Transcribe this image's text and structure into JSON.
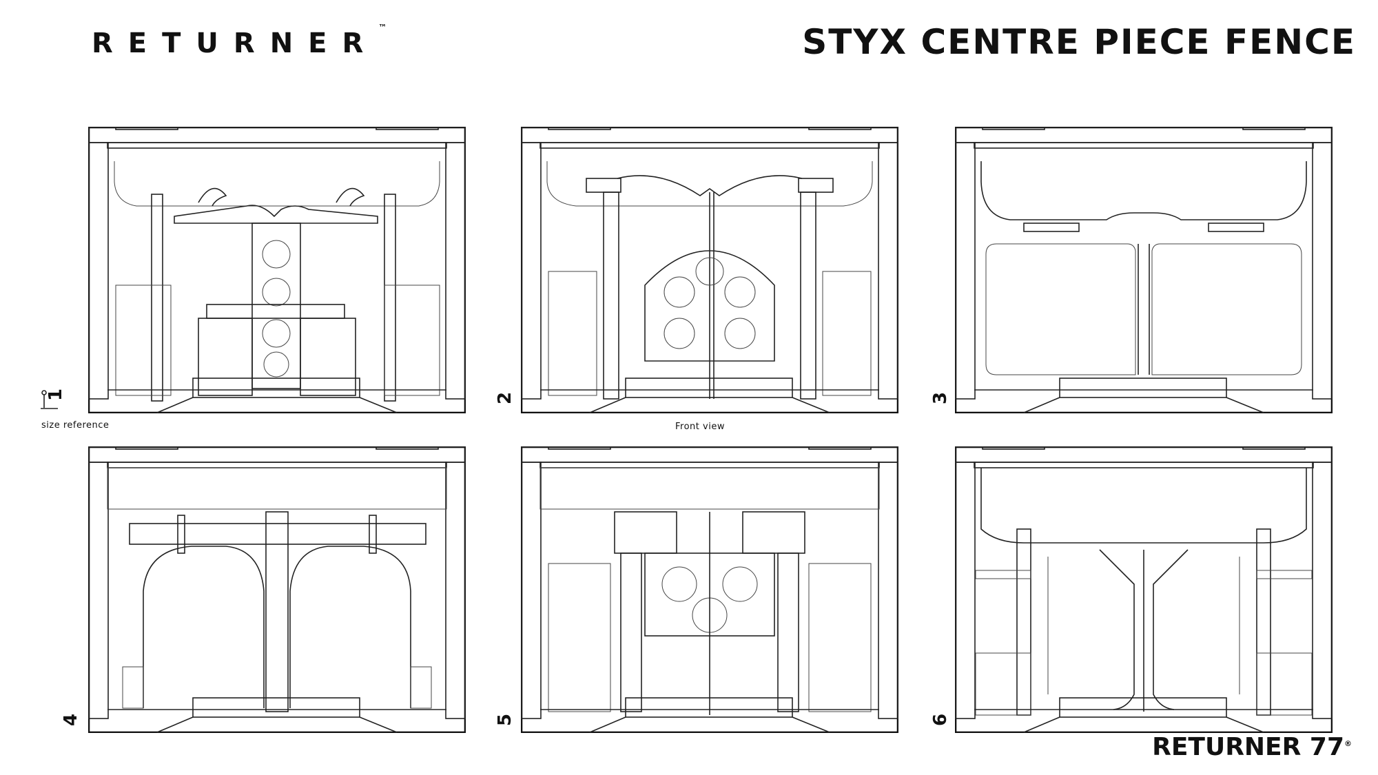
{
  "header": {
    "brand": "RETURNER",
    "brand_tm": "™",
    "title": "STYX CENTRE PIECE FENCE"
  },
  "captions": {
    "size_reference": "size reference",
    "front_view": "Front view"
  },
  "panels": [
    {
      "number": "1"
    },
    {
      "number": "2"
    },
    {
      "number": "3"
    },
    {
      "number": "4"
    },
    {
      "number": "5"
    },
    {
      "number": "6"
    }
  ],
  "footer": {
    "logo_text": "RETURNER 77",
    "logo_mark": "®"
  },
  "colors": {
    "background": "#ffffff",
    "line": "#222222"
  }
}
